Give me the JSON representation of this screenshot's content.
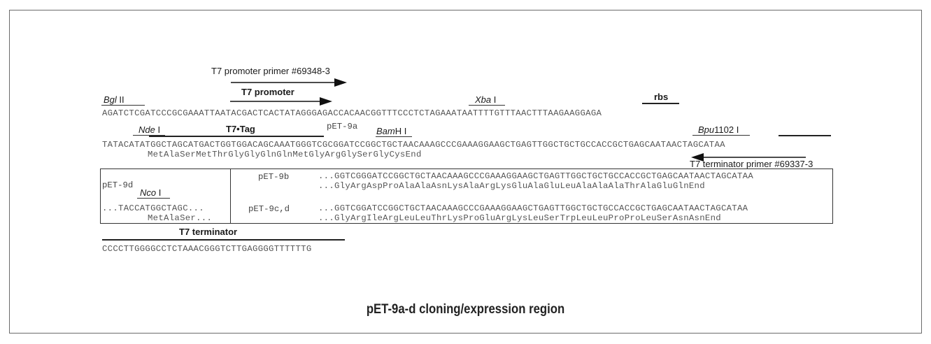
{
  "caption": "pET-9a-d cloning/expression region",
  "labels": {
    "t7_promoter_primer": "T7 promoter primer #69348-3",
    "t7_promoter": "T7 promoter",
    "bgl_ital": "Bgl",
    "bgl_rest": " II",
    "xba_ital": "Xba",
    "xba_rest": " I",
    "rbs": "rbs",
    "nde_ital": "Nde",
    "nde_rest": " I",
    "t7_tag": "T7•Tag",
    "pet9a": "pET-9a",
    "bam_ital": "Bam",
    "bam_rest": "H I",
    "bpu_ital": "Bpu",
    "bpu_rest": "1102 I",
    "t7_terminator_primer": "T7 terminator primer #69337-3",
    "pet9d": "pET-9d",
    "nco_ital": "Nco",
    "nco_rest": " I",
    "pet9b": "pET-9b",
    "pet9cd": "pET-9c,d",
    "t7_terminator": "T7 terminator"
  },
  "sequences": {
    "line1": "AGATCTCGATCCCGCGAAATTAATACGACTCACTATAGGGAGACCACAACGGTTTCCCTCTAGAAATAATTTTGTTTAACTTTAAGAAGGAGA",
    "line2": "TATACATATGGCTAGCATGACTGGTGGACAGCAAATGGGTCGCGGATCCGGCTGCTAACAAAGCCCGAAAGGAAGCTGAGTTGGCTGCTGCCACCGCTGAGCAATAACTAGCATAA",
    "line2_protein": "MetAlaSerMetThrGlyGlyGlnGlnMetGlyArgGlySerGlyCysEnd",
    "pet9d_dna": "...TACCATGGCTAGC...",
    "pet9d_protein": "MetAlaSer...",
    "pet9b_dna": "...GGTCGGGATCCGGCTGCTAACAAAGCCCGAAAGGAAGCTGAGTTGGCTGCTGCCACCGCTGAGCAATAACTAGCATAA",
    "pet9b_protein": "...GlyArgAspProAlaAlaAsnLysAlaArgLysGluAlaGluLeuAlaAlaAlaThrAlaGluGlnEnd",
    "pet9cd_dna": "...GGTCGGATCCGGCTGCTAACAAAGCCCGAAAGGAAGCTGAGTTGGCTGCTGCCACCGCTGAGCAATAACTAGCATAA",
    "pet9cd_protein": "...GlyArgIleArgLeuLeuThrLysProGluArgLysLeuSerTrpLeuLeuProProLeuSerAsnAsnEnd",
    "terminator": "CCCCTTGGGGCCTCTAAACGGGTCTTGAGGGGTTTTTTG"
  }
}
